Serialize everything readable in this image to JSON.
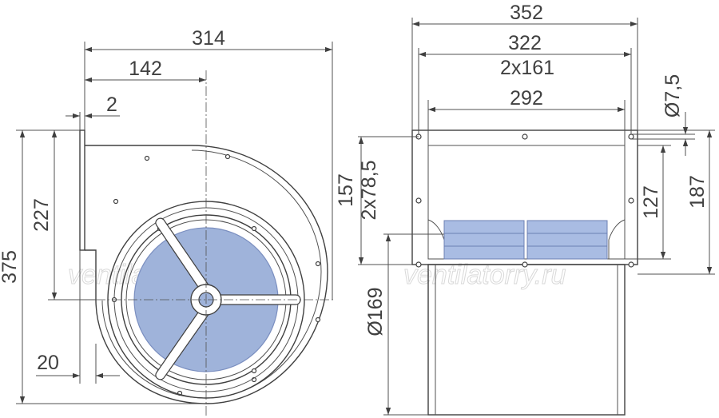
{
  "watermark": "ventilatorry.ru",
  "side_view": {
    "dims": {
      "overall_width": "314",
      "to_axis": "142",
      "flange": "2",
      "overall_height": "375",
      "axis_height": "227",
      "outlet_offset": "20"
    }
  },
  "front_view": {
    "dims": {
      "overall_width": "352",
      "hole_span": "322",
      "hole_pitch": "2x161",
      "inner_width": "292",
      "hole_dia": "Ø7,5",
      "outlet_height": "157",
      "hole_pitch_v": "2x78,5",
      "inner_height": "127",
      "flange_height": "187",
      "inlet_dia": "Ø169"
    }
  },
  "colors": {
    "line": "#505050",
    "impeller": "#9fb3da",
    "impeller_edge": "#7b8fc0",
    "motor_block": "#8fa6d8"
  }
}
